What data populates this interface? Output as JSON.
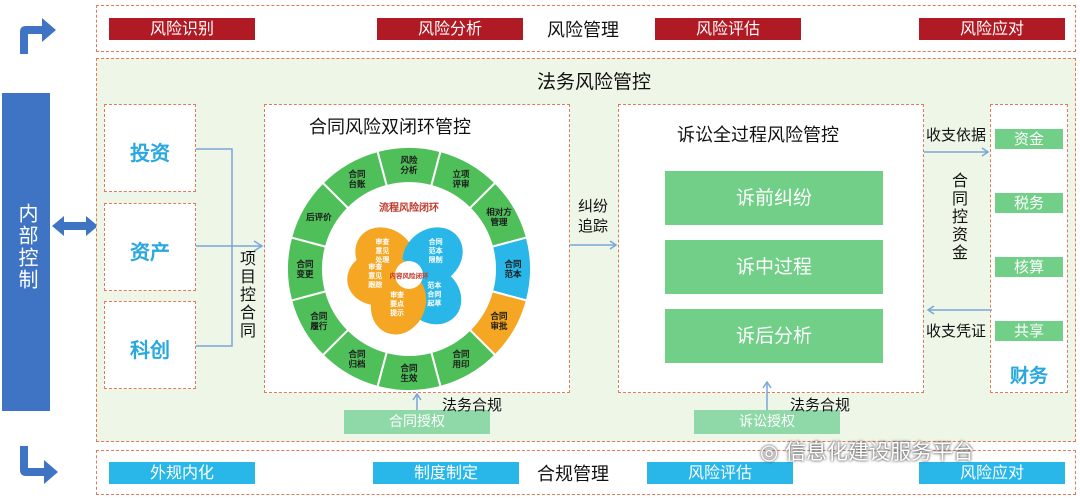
{
  "top_bar": {
    "title": "风险管理",
    "items": [
      "风险识别",
      "风险分析",
      "风险评估",
      "风险应对"
    ]
  },
  "bottom_bar": {
    "title": "合规管理",
    "items": [
      "外规内化",
      "制度制定",
      "风险评估",
      "风险应对"
    ]
  },
  "left_sidebar": {
    "label": "内部控制"
  },
  "main": {
    "title": "法务风险管控",
    "investments": [
      "投资",
      "资产",
      "科创"
    ],
    "project_label": "项目控合同",
    "contract_panel": {
      "title": "合同风险双闭环管控",
      "outer_ring": [
        "风险分析",
        "立项评审",
        "相对方管理",
        "合同范本",
        "合同审批",
        "合同用印",
        "合同生效",
        "合同归档",
        "合同履行",
        "合同变更",
        "后评价",
        "合同台账"
      ],
      "inner_title_top": "流程风险闭环",
      "inner_title_center": "内容风险闭环",
      "inner_segments": [
        "审查意见处理",
        "合同范本限制",
        "范本合同起草",
        "审查要点提示",
        "审查意见跟踪"
      ],
      "auth_label": "合同授权"
    },
    "dispute_label": "纠纷追踪",
    "litigation_panel": {
      "title": "诉讼全过程风险管控",
      "stages": [
        "诉前纠纷",
        "诉中过程",
        "诉后分析"
      ],
      "auth_label": "诉讼授权"
    },
    "compliance_labels": [
      "法务合规",
      "法务合规"
    ],
    "finance": {
      "items": [
        "资金",
        "税务",
        "核算",
        "共享"
      ],
      "label": "财务",
      "payment_basis": "收支依据",
      "payment_voucher": "收支凭证",
      "fund_control": "合同控资金"
    }
  },
  "watermark": "信息化建设服务平台",
  "colors": {
    "red": "#b01a24",
    "blue": "#29b6e8",
    "green": "#72cf88",
    "sidebar": "#3f73c4",
    "ring_green": "#4fbf5a",
    "orange": "#f5a623"
  }
}
